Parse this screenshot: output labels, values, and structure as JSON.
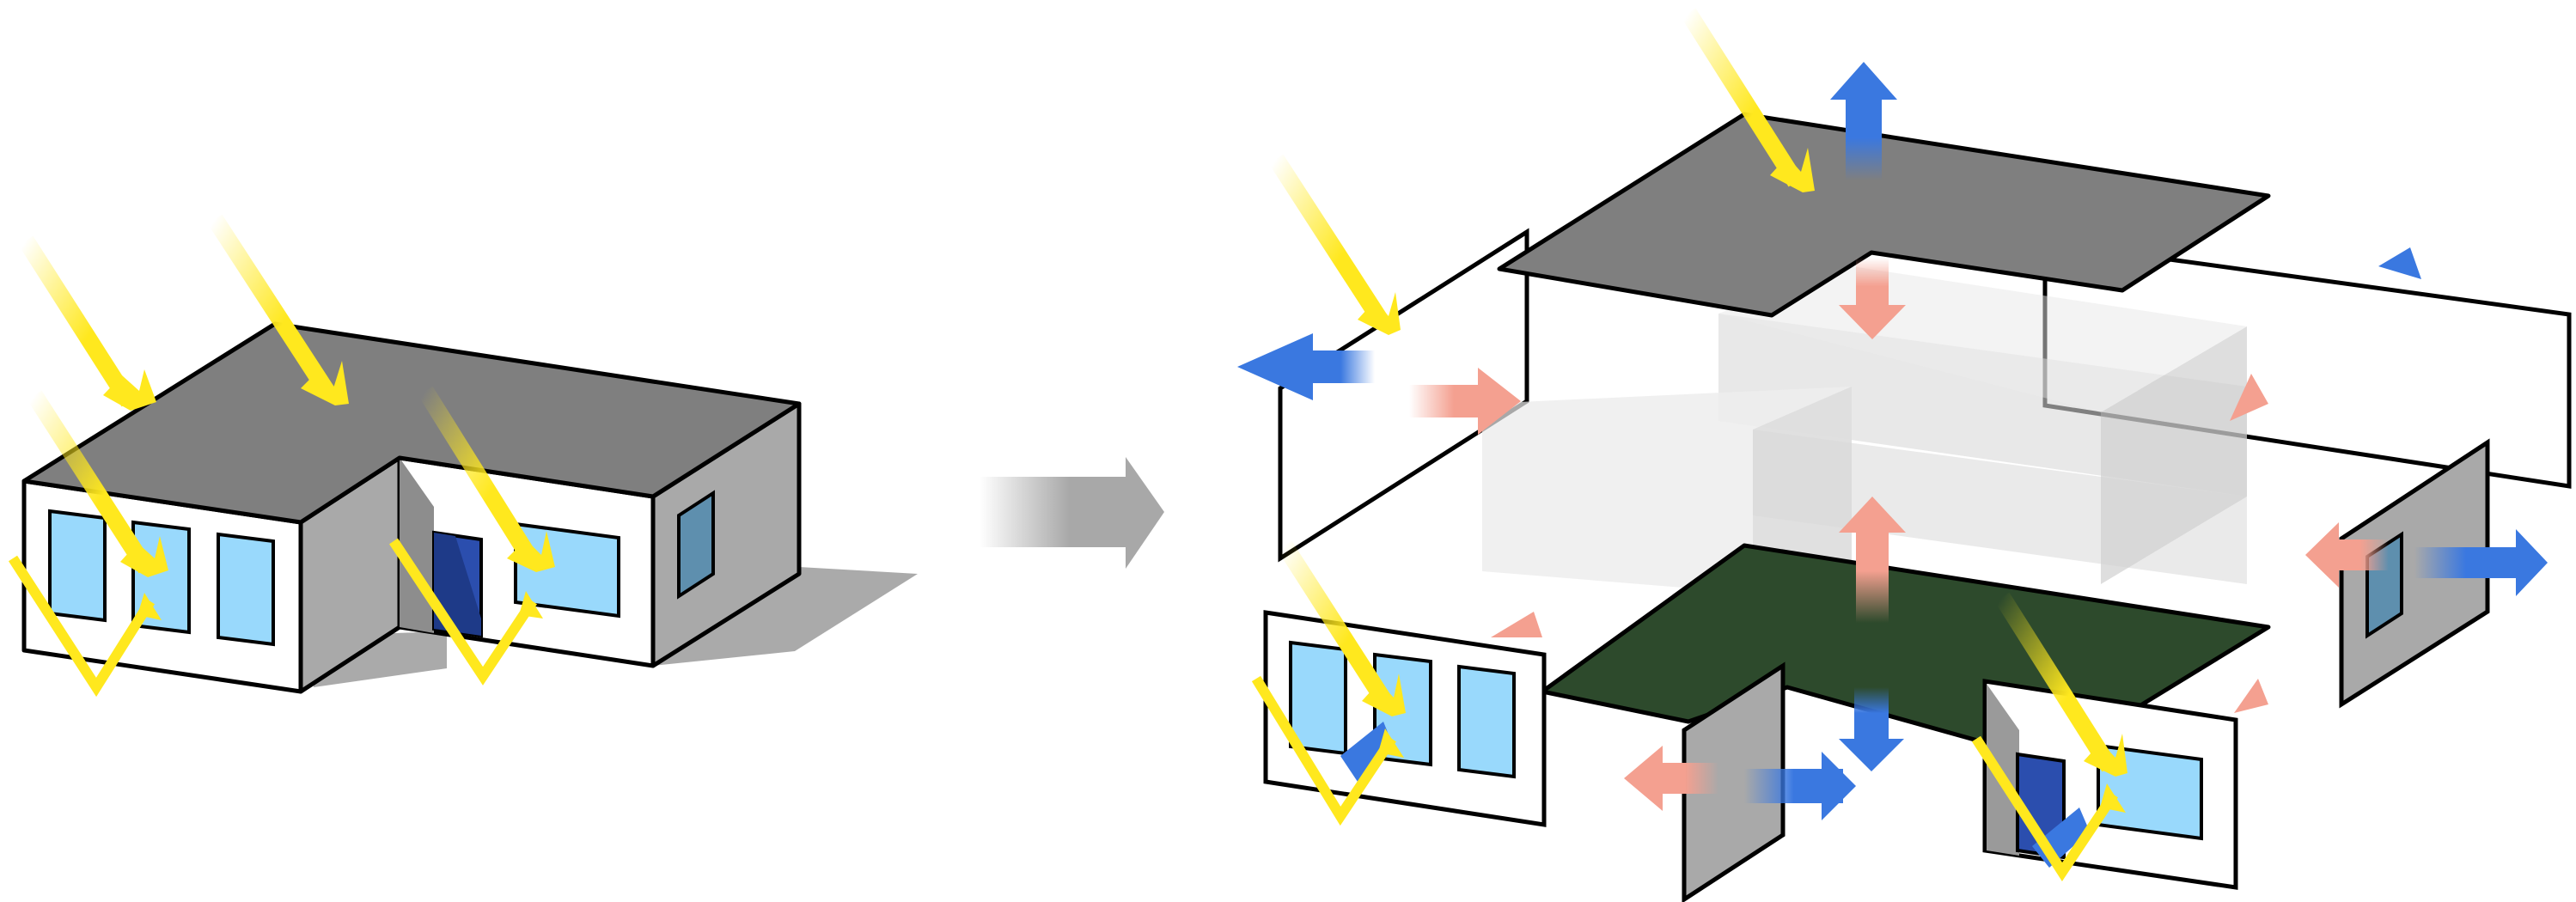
{
  "diagram": {
    "left_panel": "assembled-house",
    "transition": "arrow-right",
    "right_panel": "exploded-house-heat-flows"
  },
  "colors": {
    "roof": "#7f7f7f",
    "wall_face": "#ffffff",
    "wall_side": "#a9a9a9",
    "window": "#99d9fc",
    "side_window": "#5e8fae",
    "door": "#2b4eae",
    "floor": "#2d4a2c",
    "sun": "#ffe81e",
    "heat_loss": "#3a78e0",
    "heat_gain": "#f4a090",
    "interior": "#e5e5e5",
    "shadow": "#aaaaaa",
    "transition_arrow": "#a8a8a8"
  },
  "legend": {
    "sun_arrow": "solar-radiation",
    "blue_arrow": "heat-loss",
    "pink_arrow": "heat-gain"
  }
}
